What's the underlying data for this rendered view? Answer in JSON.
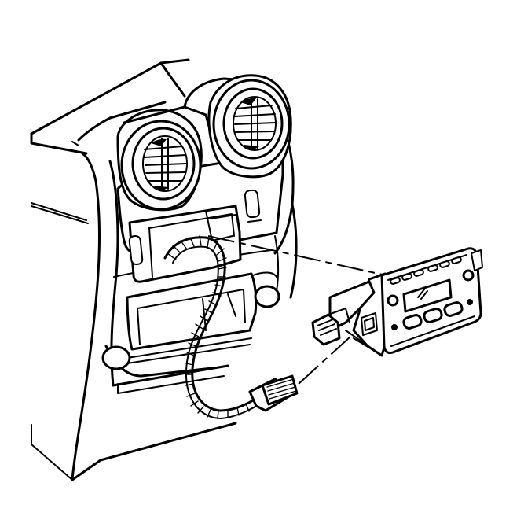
{
  "figure": {
    "type": "line-art technical illustration",
    "colors": {
      "ink": "#000000",
      "paper": "#ffffff"
    },
    "parts": [
      "instrument-panel",
      "left-air-outlet",
      "right-air-outlet",
      "radio-opening",
      "wiring-harness",
      "harness-connector",
      "radio-unit",
      "radio-rear-connector"
    ]
  }
}
